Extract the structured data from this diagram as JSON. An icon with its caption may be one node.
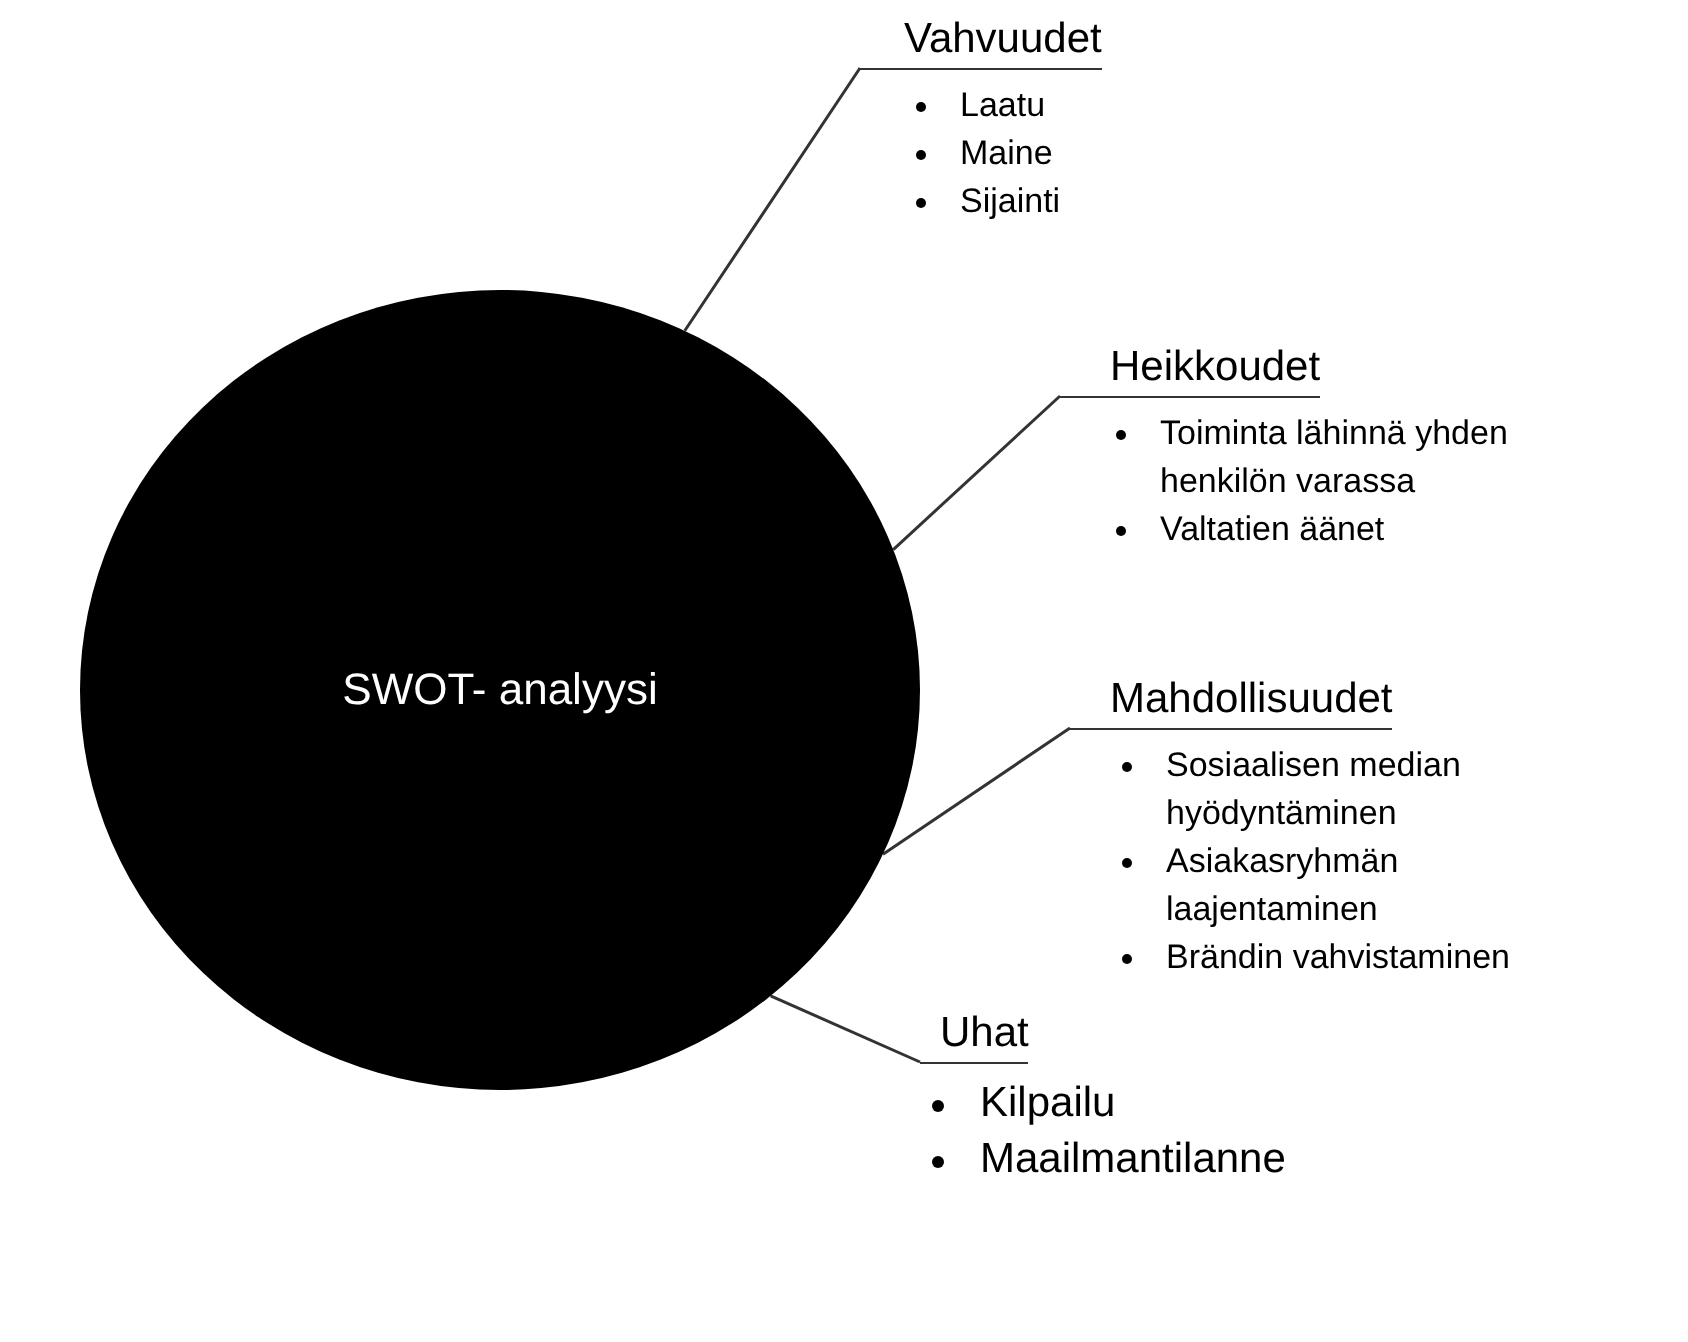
{
  "diagram": {
    "nodes": [
      {
        "text": [
          "SWOT- analyysi"
        ]
      },
      {
        "text": [
          "Vahvuudet",
          "Laatu",
          "Maine",
          "Sijainti"
        ]
      },
      {
        "text": [
          "Heikkoudet",
          "Toiminta lähinnä yhden henkilön varassa",
          "Valtatien äänet"
        ]
      },
      {
        "text": [
          "Mahdollisuudet",
          "Sosiaalisen median hyödyntäminen",
          "Asiakasryhmän laajentaminen",
          "Brändin vahvistaminen"
        ]
      },
      {
        "text": [
          "Uhat",
          "Kilpailu",
          "Maailmantilanne"
        ]
      }
    ],
    "edges": [
      {
        "from": 1,
        "to": 0,
        "arrow": "none"
      },
      {
        "from": 2,
        "to": 0,
        "arrow": "none"
      },
      {
        "from": 3,
        "to": 0,
        "arrow": "none"
      },
      {
        "from": 4,
        "to": 0,
        "arrow": "none"
      }
    ]
  }
}
